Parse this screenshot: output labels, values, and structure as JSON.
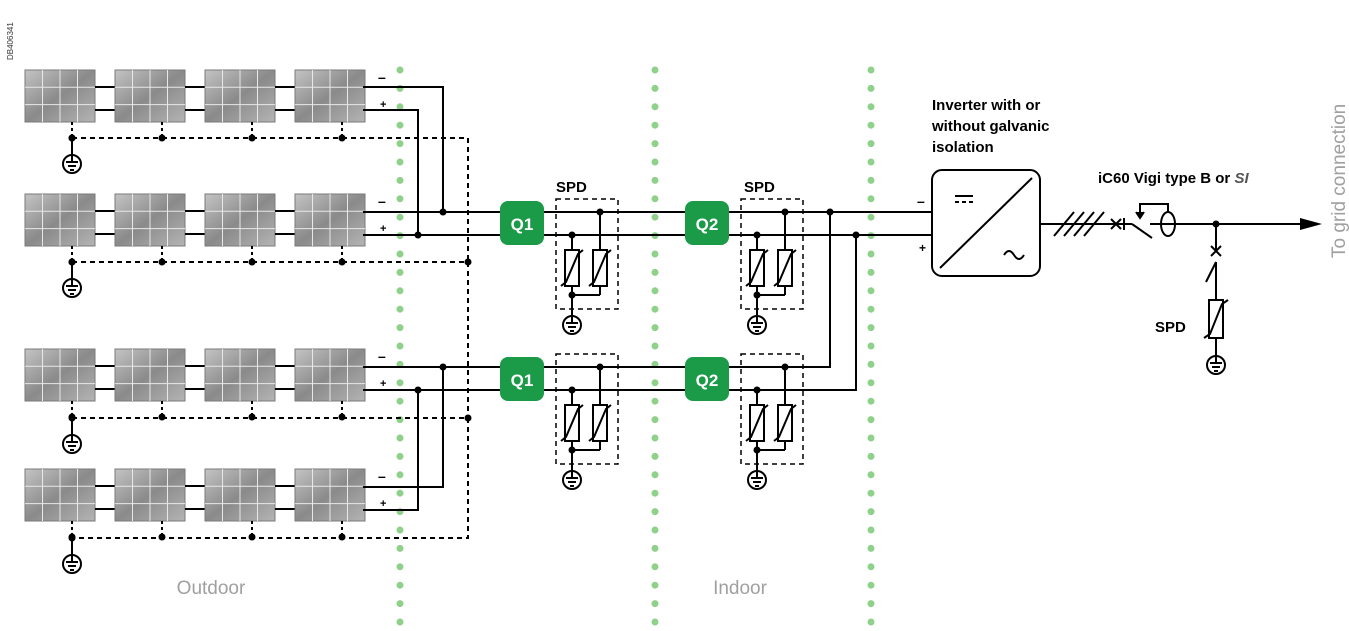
{
  "doc_id": "DB406341",
  "zones": {
    "outdoor": "Outdoor",
    "indoor": "Indoor"
  },
  "breakers": {
    "q1": "Q1",
    "q2": "Q2"
  },
  "spd_label": "SPD",
  "inverter": {
    "line1": "Inverter with or",
    "line2": "without galvanic",
    "line3": "isolation",
    "dc_symbol": "⎓",
    "ac_symbol": "~"
  },
  "rcd": {
    "label": "iC60 Vigi type B or ",
    "label_suffix": "SI"
  },
  "grid": {
    "label": "To grid connection"
  },
  "polarity": {
    "minus": "–",
    "plus": "+"
  },
  "colors": {
    "breaker_fill": "#1b9a48",
    "zone_dots": "#8fd18a",
    "panel": "#9a9a9a",
    "muted_text": "#a0a0a0"
  }
}
